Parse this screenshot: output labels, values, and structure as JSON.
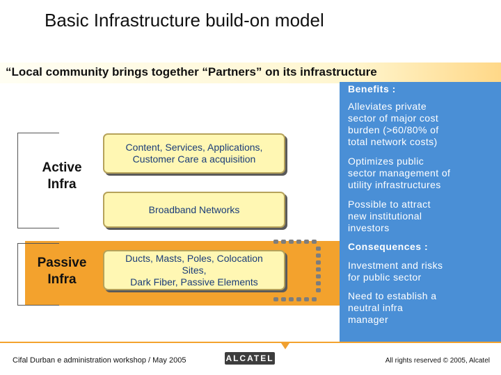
{
  "title": "Basic Infrastructure build-on model",
  "subtitle": "“Local community brings together “Partners” on its infrastructure",
  "page_number": "",
  "tiers": {
    "active": {
      "line1": "Active",
      "line2": "Infra"
    },
    "passive": {
      "line1": "Passive",
      "line2": "Infra"
    }
  },
  "boxes": {
    "content": {
      "line1": "Content, Services, Applications,",
      "line2": "Customer Care a acquisition"
    },
    "broadband": {
      "line1": "Broadband Networks"
    },
    "passive": {
      "line1": "Ducts, Masts, Poles, Colocation",
      "line2": "Sites,",
      "line3": "Dark Fiber, Passive Elements"
    }
  },
  "benefits": {
    "heading": "Benefits :",
    "items": [
      {
        "l1": "Alleviates private",
        "l2": "sector of major cost",
        "l3": "burden (>60/80% of",
        "l4": "total network costs)"
      },
      {
        "l1": "Optimizes public",
        "l2": "sector management of",
        "l3": "utility infrastructures"
      },
      {
        "l1": "Possible to attract",
        "l2": "new institutional",
        "l3": "investors"
      }
    ]
  },
  "consequences": {
    "heading": "Consequences :",
    "items": [
      {
        "l1": "Investment and risks",
        "l2": "for public sector"
      },
      {
        "l1": "Need to establish a",
        "l2": "neutral infra",
        "l3": "manager"
      }
    ]
  },
  "footer": {
    "left": "Cifal Durban e administration workshop  / May 2005",
    "logo": "ALCATEL",
    "right": "All rights reserved © 2005, Alcatel"
  },
  "colors": {
    "orange": "#f3a22d",
    "blue_panel": "#4a8fd6",
    "box_fill": "#fff7b3",
    "box_text": "#1a3c78"
  }
}
